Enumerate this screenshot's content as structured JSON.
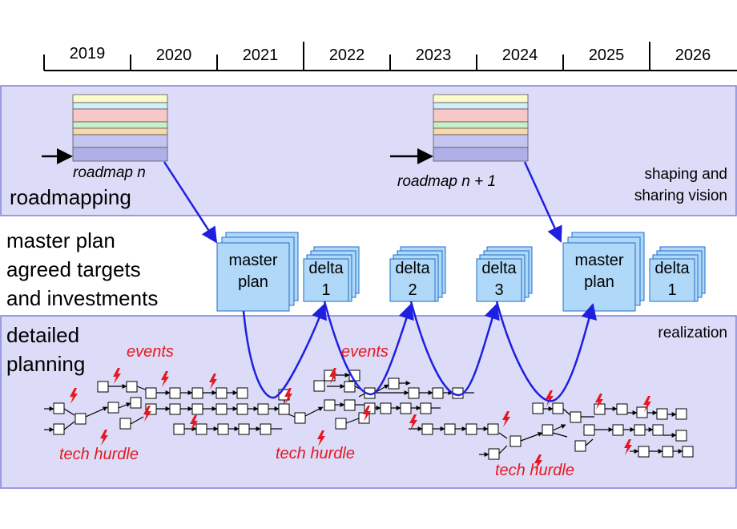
{
  "timeline": {
    "years": [
      "2019",
      "2020",
      "2021",
      "2022",
      "2023",
      "2024",
      "2025",
      "2026"
    ]
  },
  "bands": {
    "roadmapping": {
      "title": "roadmapping",
      "caption_line1": "shaping and",
      "caption_line2": "sharing vision",
      "roadmap_1": "roadmap n",
      "roadmap_2": "roadmap n + 1"
    },
    "master_plan": {
      "line1": "master plan",
      "line2": "agreed targets",
      "line3": "and investments"
    },
    "detailed": {
      "title_line1": "detailed",
      "title_line2": "planning",
      "caption": "realization",
      "events_1": "events",
      "events_2": "events",
      "tech_hurdle_1": "tech hurdle",
      "tech_hurdle_2": "tech hurdle",
      "tech_hurdle_3": "tech hurdle"
    }
  },
  "plans": [
    {
      "line1": "master",
      "line2": "plan"
    },
    {
      "line1": "delta",
      "line2": "1"
    },
    {
      "line1": "delta",
      "line2": "2"
    },
    {
      "line1": "delta",
      "line2": "3"
    },
    {
      "line1": "master",
      "line2": "plan"
    },
    {
      "line1": "delta",
      "line2": "1"
    }
  ],
  "colors": {
    "band_fill": "#dcdcf8",
    "band_border": "#7f7fd9",
    "card_fill": "#b0d8f8",
    "arrow_blue": "#1f1fe0",
    "event_red": "#e8171f",
    "roadmap_layers": [
      "#fbfbcb",
      "#d3eef8",
      "#f8c8c8",
      "#c8f0c8",
      "#f8d8a8",
      "#c4c4f0",
      "#b0b0e8"
    ]
  }
}
